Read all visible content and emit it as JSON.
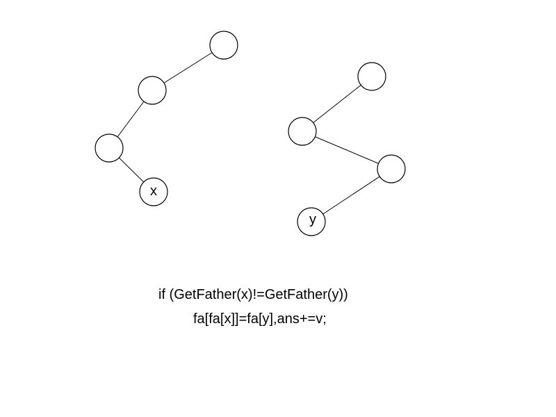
{
  "labels": {
    "node_x": "x",
    "node_y": "y"
  },
  "code": {
    "line1": "if (GetFather(x)!=GetFather(y))",
    "line2": "fa[fa[x]]=fa[y],ans+=v;"
  },
  "colors": {
    "stroke": "#000000",
    "background": "#ffffff"
  }
}
